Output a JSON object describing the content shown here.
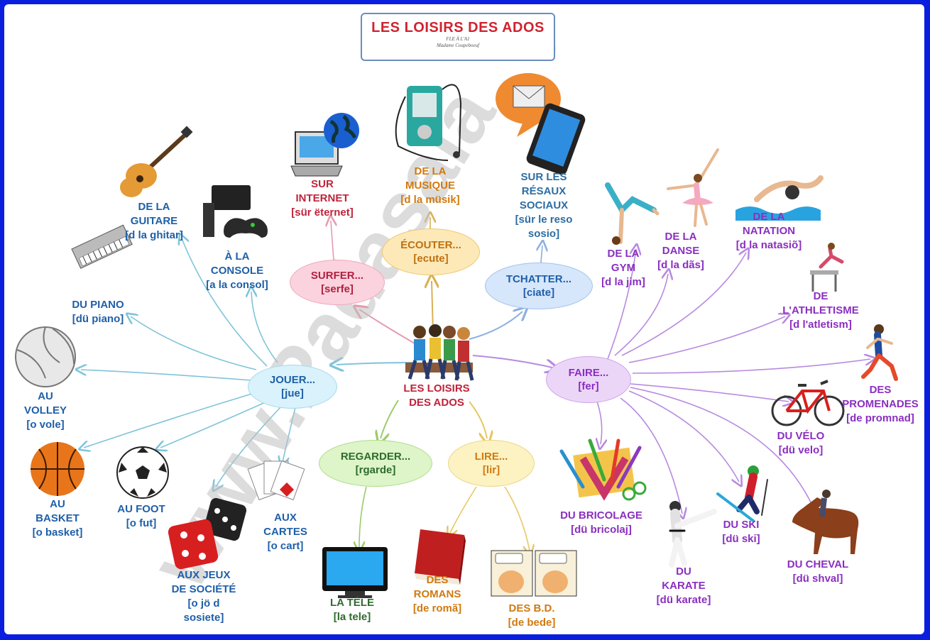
{
  "title": {
    "main": "LES LOISIRS DES ADOS",
    "line1": "FLE À L'A1",
    "line2": "Madame Coupeboeuf"
  },
  "watermark": "www.Padasala",
  "center": {
    "line1": "LES LOISIRS",
    "line2": "DES ADOS"
  },
  "hubs": {
    "jouer": {
      "verb": "JOUER...",
      "phon": "[jue]"
    },
    "surfer": {
      "verb": "SURFER...",
      "phon": "[serfe]"
    },
    "ecouter": {
      "verb": "ÉCOUTER...",
      "phon": "[ecute]"
    },
    "tchatter": {
      "verb": "TCHATTER...",
      "phon": "[ciate]"
    },
    "faire": {
      "verb": "FAIRE...",
      "phon": "[fer]"
    },
    "regarder": {
      "verb": "REGARDER...",
      "phon": "[rgarde]"
    },
    "lire": {
      "verb": "LIRE...",
      "phon": "[lir]"
    }
  },
  "leaves": {
    "guitare": [
      "DE LA",
      "GUITARE",
      "[d la ghitar]"
    ],
    "console": [
      "À LA",
      "CONSOLE",
      "[a la consol]"
    ],
    "piano": [
      "DU PIANO",
      "[dü piano]"
    ],
    "volley": [
      "AU",
      "VOLLEY",
      "[o vole]"
    ],
    "basket": [
      "AU",
      "BASKET",
      "[o basket]"
    ],
    "foot": [
      "AU FOOT",
      "[o fut]"
    ],
    "jeux": [
      "AUX JEUX",
      "DE SOCIÉTÉ",
      "[o jö d",
      "sosiete]"
    ],
    "cartes": [
      "AUX",
      "CARTES",
      "[o cart]"
    ],
    "internet": [
      "SUR",
      "INTERNET",
      "[sür ëternet]"
    ],
    "musique": [
      "DE LA",
      "MUSIQUE",
      "[d la müsik]"
    ],
    "reseaux": [
      "SUR LES",
      "RÉSAUX",
      "SOCIAUX",
      "[sür le reso",
      "sosio]"
    ],
    "gym": [
      "DE LA",
      "GYM",
      "[d la jim]"
    ],
    "danse": [
      "DE LA",
      "DANSE",
      "[d la dãs]"
    ],
    "natation": [
      "DE LA",
      "NATATION",
      "[d la natasiõ]"
    ],
    "athletisme": [
      "DE",
      "L'ATHLETISME",
      "[d l'atletism]"
    ],
    "promenades": [
      "DES",
      "PROMENADES",
      "[de promnad]"
    ],
    "velo": [
      "DU VÉLO",
      "[dü velo]"
    ],
    "bricolage": [
      "DU BRICOLAGE",
      "[dü bricolaj]"
    ],
    "karate": [
      "DU",
      "KARATE",
      "[dü karate]"
    ],
    "ski": [
      "DU SKI",
      "[dü ski]"
    ],
    "cheval": [
      "DU CHEVAL",
      "[dü shval]"
    ],
    "tele": [
      "LA TÉLÉ",
      "[la tele]"
    ],
    "romans": [
      "DES",
      "ROMANS",
      "[de romã]"
    ],
    "bd": [
      "DES B.D.",
      "[de bede]"
    ]
  },
  "icons": [
    "guitar-icon",
    "game-console-icon",
    "computer-globe-icon",
    "music-player-icon",
    "phone-message-icon",
    "piano-keyboard-icon",
    "volleyball-icon",
    "basketball-icon",
    "soccer-ball-icon",
    "dice-icon",
    "playing-cards-icon",
    "gymnast-icon",
    "dancer-icon",
    "swimmer-icon",
    "hurdler-icon",
    "runner-icon",
    "bicycle-icon",
    "art-supplies-icon",
    "karate-icon",
    "skier-icon",
    "horse-rider-icon",
    "television-icon",
    "book-icon",
    "comic-strip-icon",
    "teens-group-icon",
    "french-flag-icon"
  ],
  "colors": {
    "frame": "#0a1ee0",
    "jouer": "#d9f2fb",
    "surfer": "#fbd3de",
    "ecouter": "#fde9b8",
    "tchatter": "#d6e6fb",
    "faire": "#ecd6f8",
    "regarder": "#ddf5c8",
    "lire": "#fcf2c2"
  }
}
